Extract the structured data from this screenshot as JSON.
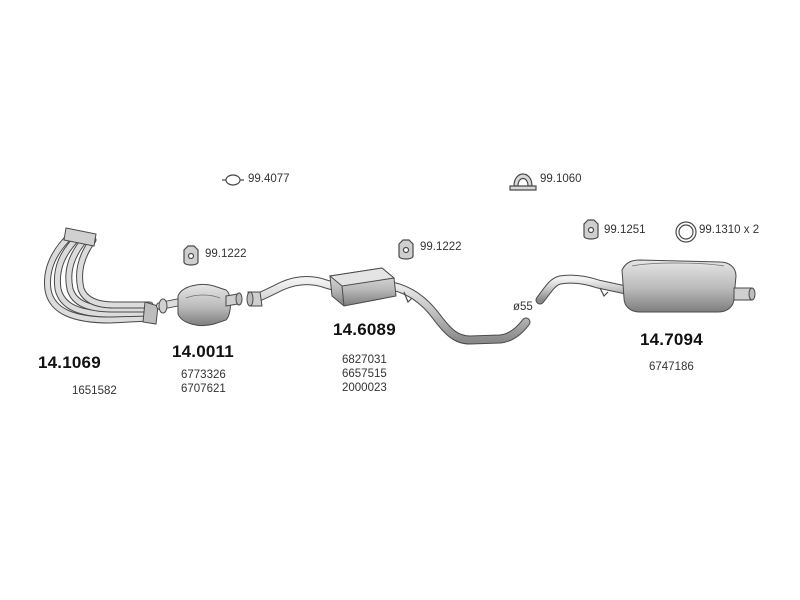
{
  "colors": {
    "stroke": "#4a4a4a",
    "fill": "#bdbdbd",
    "fill_light": "#dcdcdc",
    "fill_dark": "#8f8f8f"
  },
  "parts": [
    {
      "icon": "exhaust-manifold-icon",
      "part_no": "14.1069",
      "oe": [
        "1651582"
      ]
    },
    {
      "icon": "catalytic-converter-icon",
      "part_no": "14.0011",
      "oe": [
        "6773326",
        "6707621"
      ]
    },
    {
      "icon": "middle-silencer-icon",
      "part_no": "14.6089",
      "oe": [
        "6827031",
        "6657515",
        "2000023"
      ]
    },
    {
      "icon": "rear-silencer-icon",
      "part_no": "14.7094",
      "oe": [
        "6747186"
      ]
    }
  ],
  "accessories": [
    {
      "icon": "gasket-icon",
      "label": "99.4077"
    },
    {
      "icon": "clamp-icon",
      "label": "99.1060"
    },
    {
      "icon": "rubber-hanger-icon",
      "label": "99.1222"
    },
    {
      "icon": "rubber-hanger-icon",
      "label": "99.1222"
    },
    {
      "icon": "rubber-hanger-icon",
      "label": "99.1251"
    },
    {
      "icon": "rubber-ring-icon",
      "label": "99.1310 x 2"
    }
  ],
  "pipe_diameter": "ø55"
}
